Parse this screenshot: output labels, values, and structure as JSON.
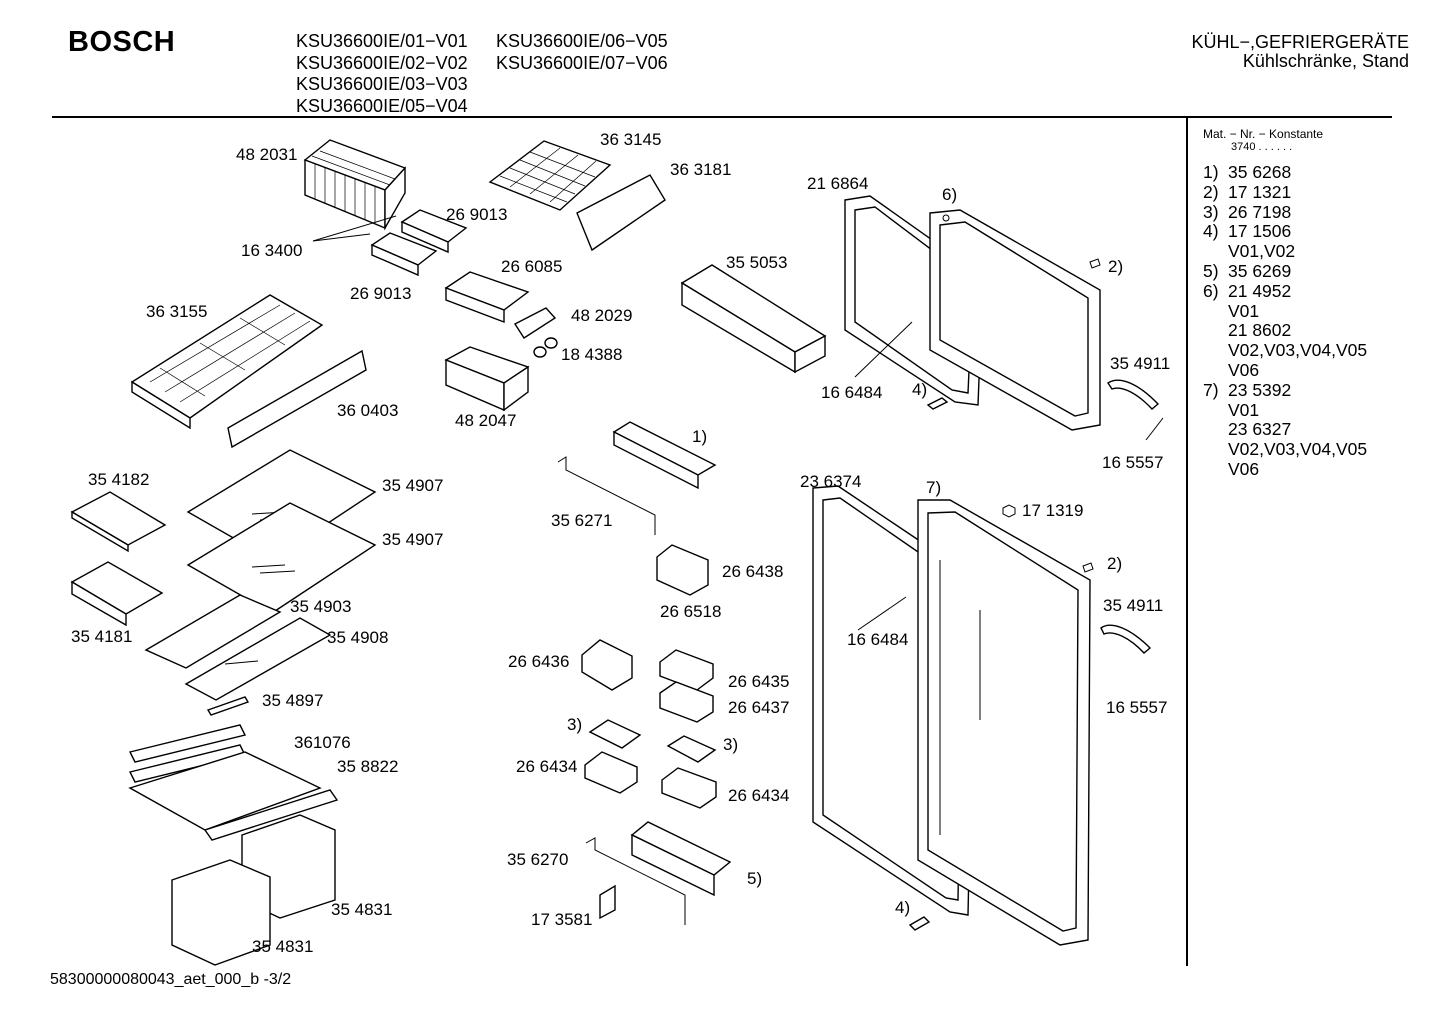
{
  "header": {
    "brand": "BOSCH",
    "models_col1": [
      "KSU36600IE/01−V01",
      "KSU36600IE/02−V02",
      "KSU36600IE/03−V03",
      "KSU36600IE/05−V04"
    ],
    "models_col2": [
      "KSU36600IE/06−V05",
      "KSU36600IE/07−V06"
    ],
    "category_line1": "KÜHL−,GEFRIERGERÄTE",
    "category_line2": "Kühlschränke, Stand"
  },
  "legend": {
    "title": "Mat. − Nr. − Konstante",
    "constant": "3740 . .   . . . ."
  },
  "notes": [
    {
      "key": "1)",
      "value": "35 6268"
    },
    {
      "key": "2)",
      "value": "17 1321"
    },
    {
      "key": "3)",
      "value": "26 7198"
    },
    {
      "key": "4)",
      "value": "17 1506"
    },
    {
      "key": "",
      "value": "V01,V02"
    },
    {
      "key": "5)",
      "value": "35 6269"
    },
    {
      "key": "6)",
      "value": "21 4952"
    },
    {
      "key": "",
      "value": "V01"
    },
    {
      "key": "",
      "value": "21 8602"
    },
    {
      "key": "",
      "value": "V02,V03,V04,V05"
    },
    {
      "key": "",
      "value": "V06"
    },
    {
      "key": "7)",
      "value": "23 5392"
    },
    {
      "key": "",
      "value": "V01"
    },
    {
      "key": "",
      "value": "23 6327"
    },
    {
      "key": "",
      "value": "V02,V03,V04,V05"
    },
    {
      "key": "",
      "value": "V06"
    }
  ],
  "part_labels": {
    "p482031": "48 2031",
    "p363145": "36 3145",
    "p363181": "36 3181",
    "p269013a": "26 9013",
    "p163400": "16 3400",
    "p269013b": "26 9013",
    "p266085": "26 6085",
    "p355053": "35 5053",
    "p216864": "21 6864",
    "n6": "6)",
    "n2a": "2)",
    "p363155": "36 3155",
    "p482029": "48 2029",
    "p184388": "18 4388",
    "p354911a": "35 4911",
    "p166484a": "16 6484",
    "n4a": "4)",
    "p360403": "36 0403",
    "p482047": "48 2047",
    "n1": "1)",
    "p165557a": "16 5557",
    "p354182": "35 4182",
    "p354907a": "35 4907",
    "p236374": "23 6374",
    "n7": "7)",
    "p171319": "17 1319",
    "p356271": "35 6271",
    "p354907b": "35 4907",
    "p266438": "26 6438",
    "n2b": "2)",
    "p354903": "35 4903",
    "p266518": "26 6518",
    "p354911b": "35 4911",
    "p354181": "35 4181",
    "p354908": "35 4908",
    "p166484b": "16 6484",
    "p266436": "26 6436",
    "p266435": "26 6435",
    "p354897": "35 4897",
    "p266437": "26 6437",
    "p165557b": "16 5557",
    "n3a": "3)",
    "p361076": "361076",
    "n3b": "3)",
    "p358822": "35 8822",
    "p266434a": "26 6434",
    "p266434b": "26 6434",
    "p356270": "35 6270",
    "n5": "5)",
    "p354831a": "35 4831",
    "p173581": "17 3581",
    "n4b": "4)",
    "p354831b": "35 4831"
  },
  "footer": {
    "doc_id": "58300000080043_aet_000_b",
    "page": "-3/2"
  }
}
